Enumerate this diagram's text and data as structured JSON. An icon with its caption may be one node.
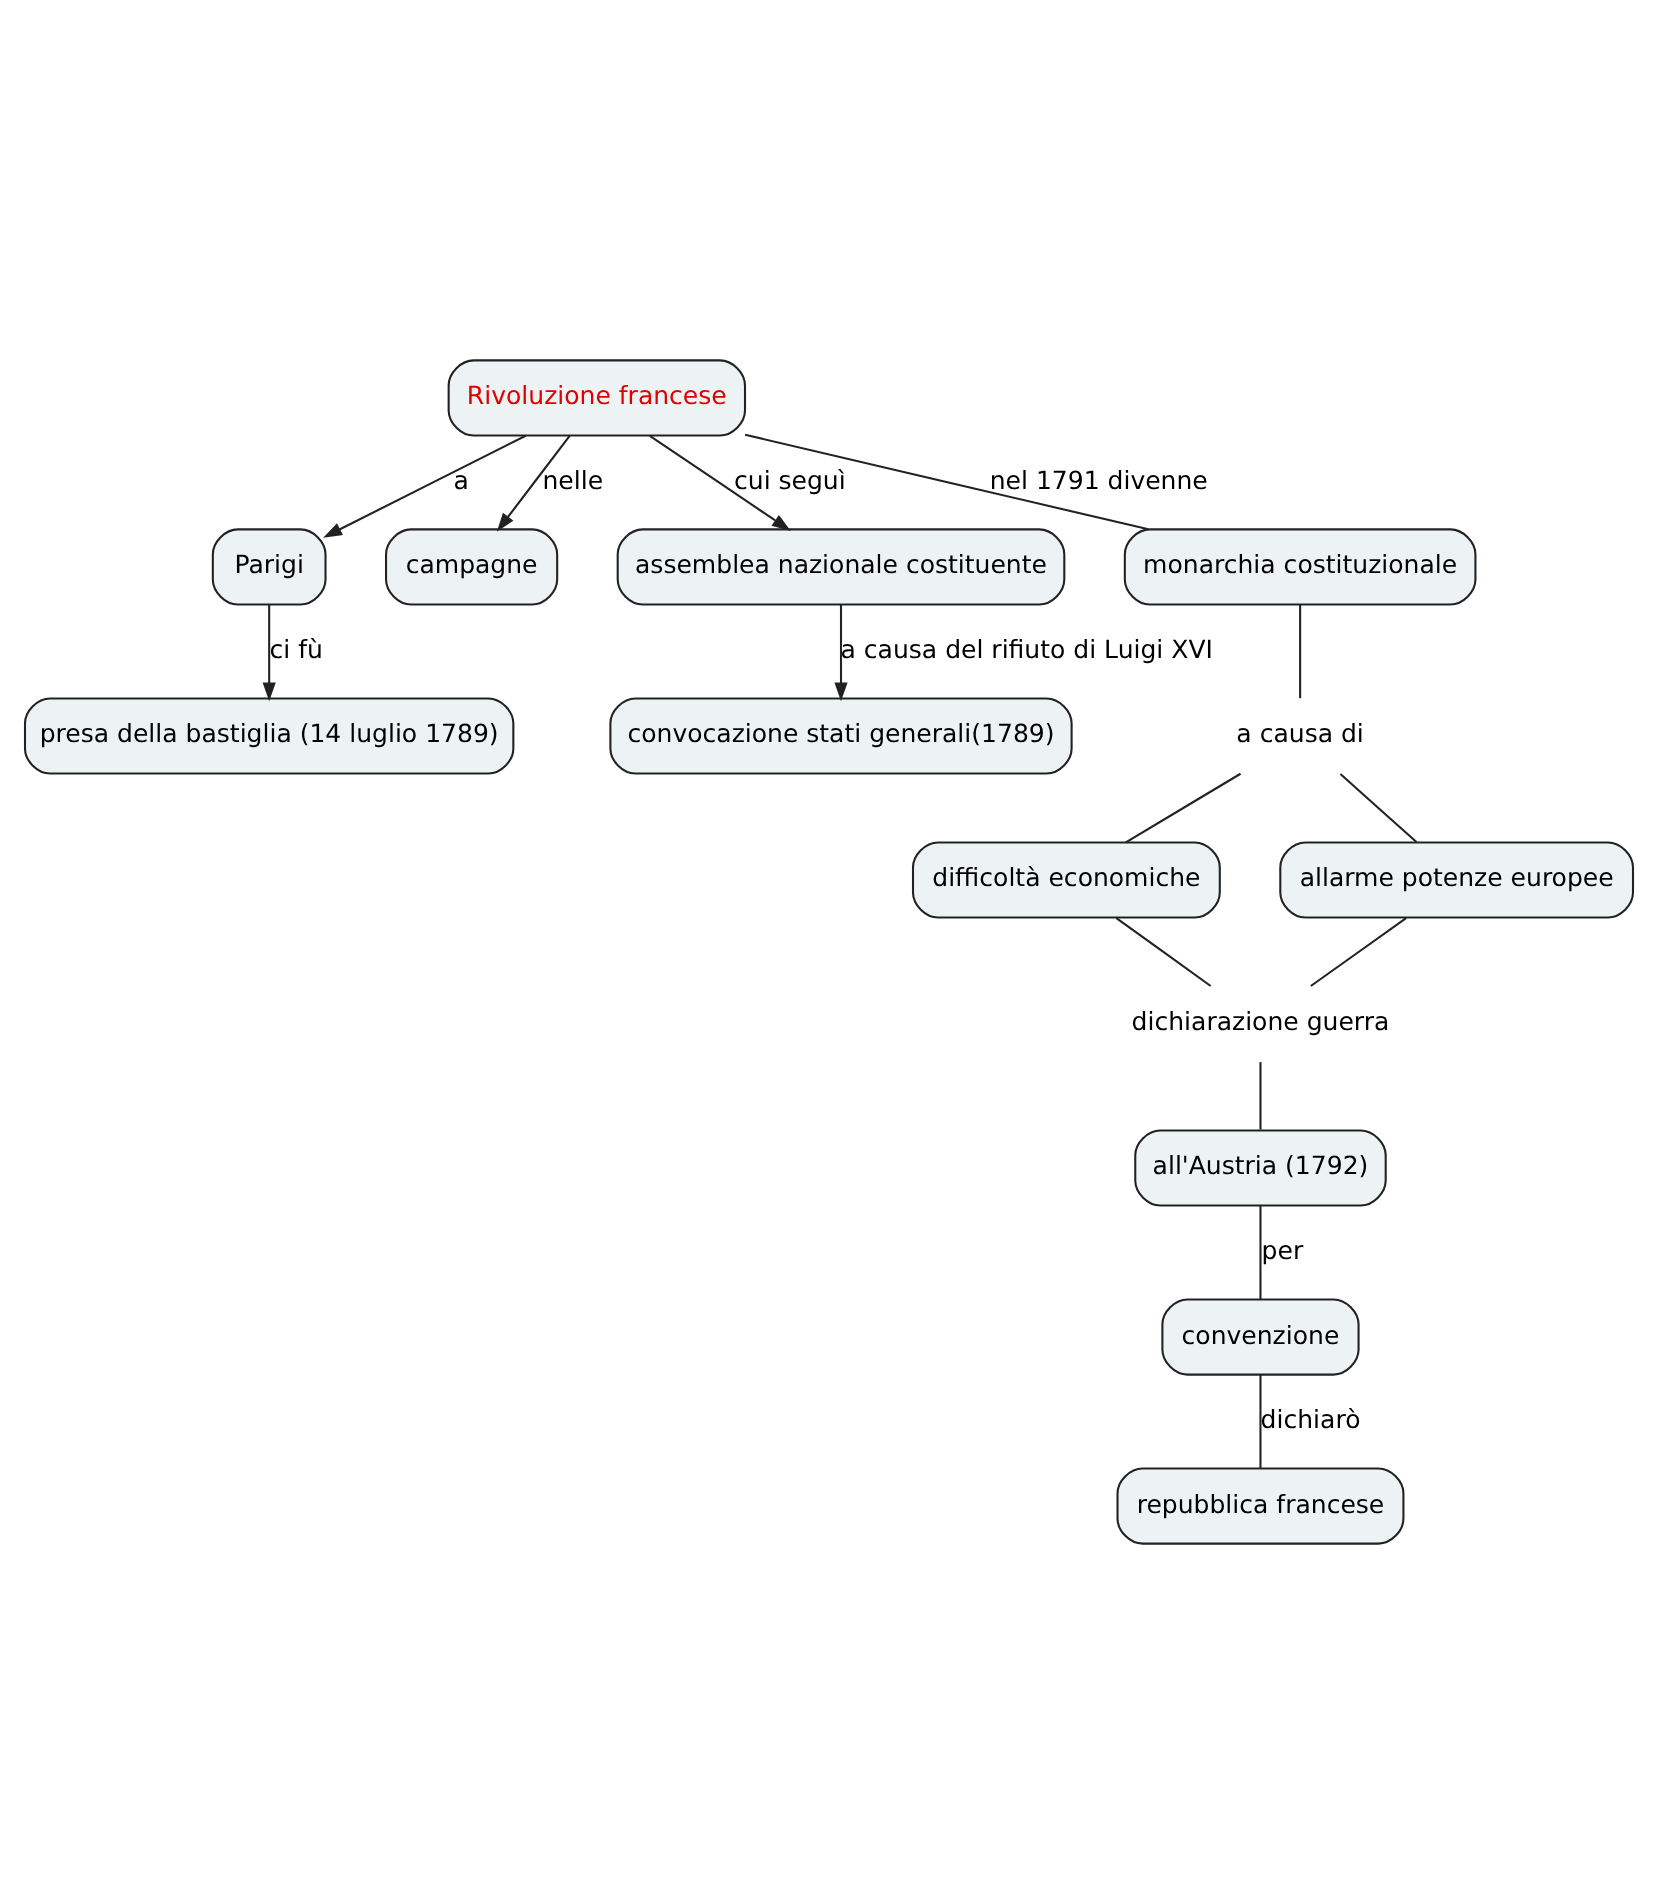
{
  "diagram": {
    "nodes": [
      {
        "text": [
          "presa della bastiglia (14 luglio 1789)"
        ]
      },
      {
        "text": [
          "convocazione stati generali(1789)"
        ]
      },
      {
        "text": [
          "Parigi"
        ]
      },
      {
        "text": [
          "campagne"
        ]
      },
      {
        "text": [
          "assemblea nazionale costituente"
        ]
      },
      {
        "text": [
          "Rivoluzione francese"
        ]
      },
      {
        "text": [
          "monarchia costituzionale"
        ]
      },
      {
        "text": [
          "a causa di"
        ]
      },
      {
        "text": [
          "difficoltà economiche"
        ]
      },
      {
        "text": [
          "allarme potenze europee"
        ]
      },
      {
        "text": [
          "dichiarazione guerra"
        ]
      },
      {
        "text": [
          "all'Austria (1792)"
        ]
      },
      {
        "text": [
          "convenzione"
        ]
      },
      {
        "text": [
          "repubblica francese"
        ]
      }
    ],
    "edges": [
      {
        "from": 5,
        "to": 2,
        "arrow": "to",
        "label": "a"
      },
      {
        "from": 2,
        "to": 0,
        "arrow": "to",
        "label": "ci fù"
      },
      {
        "from": 5,
        "to": 3,
        "arrow": "to",
        "label": "nelle"
      },
      {
        "from": 5,
        "to": 4,
        "arrow": "to",
        "label": "cui seguì"
      },
      {
        "from": 4,
        "to": 1,
        "arrow": "to",
        "label": "a causa del rifiuto di Luigi XVI"
      },
      {
        "from": 5,
        "to": 6,
        "arrow": "none",
        "label": "nel 1791 divenne"
      },
      {
        "from": 6,
        "to": 7,
        "arrow": "none"
      },
      {
        "from": 7,
        "to": 8,
        "arrow": "none"
      },
      {
        "from": 7,
        "to": 9,
        "arrow": "none"
      },
      {
        "from": 8,
        "to": 10,
        "arrow": "none"
      },
      {
        "from": 9,
        "to": 10,
        "arrow": "none"
      },
      {
        "from": 10,
        "to": 11,
        "arrow": "none"
      },
      {
        "from": 11,
        "to": 12,
        "arrow": "none",
        "label": "per"
      },
      {
        "from": 12,
        "to": 13,
        "arrow": "none",
        "label": "dichiarò"
      }
    ]
  }
}
